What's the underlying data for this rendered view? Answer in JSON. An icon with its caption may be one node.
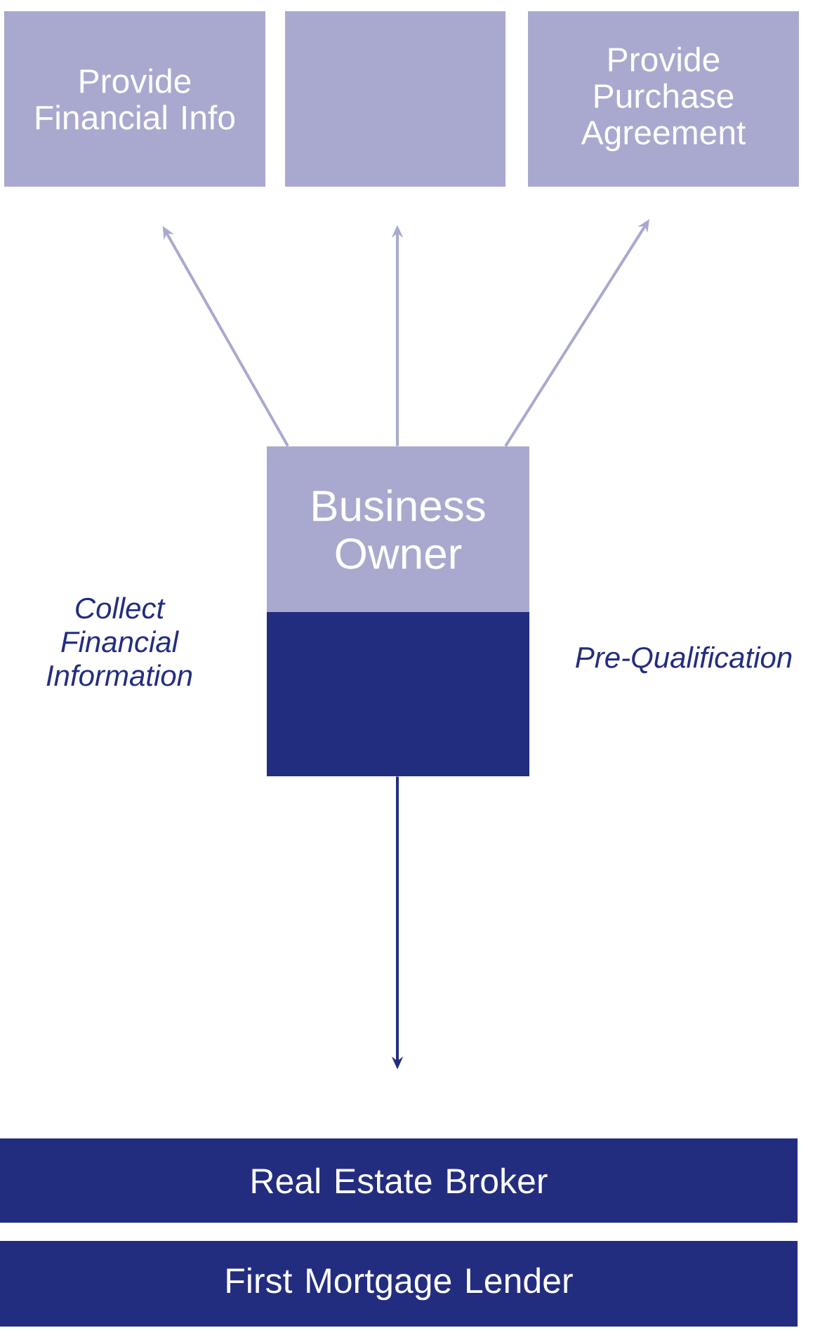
{
  "diagram": {
    "nodes": [
      {
        "text": [
          "Provide Financial Info"
        ]
      },
      {
        "text": [],
        "shape": "box"
      },
      {
        "text": [
          "Provide Purchase Agreement"
        ]
      },
      {
        "text": [
          "Business Owner"
        ]
      },
      {
        "text": [],
        "shape": "box"
      },
      {
        "text": [
          "Real Estate Broker"
        ]
      },
      {
        "text": [
          "First Mortgage Lender"
        ]
      }
    ],
    "edges": [
      {
        "from": 3,
        "to": 0,
        "arrow": "to"
      },
      {
        "from": 3,
        "to": 1,
        "arrow": "to"
      },
      {
        "from": 3,
        "to": 2,
        "arrow": "to"
      },
      {
        "from": 4,
        "to": 5,
        "arrow": "to",
        "color": "#232d80"
      }
    ],
    "labels": [
      "Collect Financial Information",
      "Pre-Qualification"
    ]
  }
}
